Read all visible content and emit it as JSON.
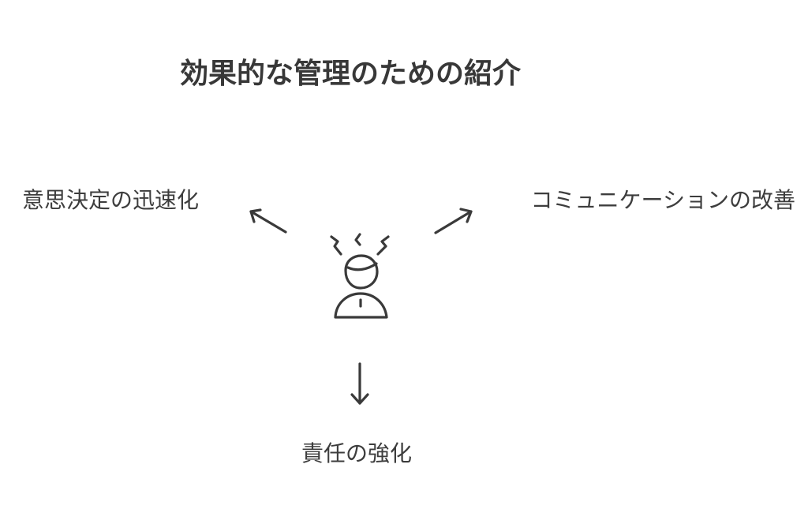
{
  "title": "効果的な管理のための紹介",
  "nodes": {
    "left": "意思決定の迅速化",
    "right": "コミュニケーションの改善",
    "bottom": "責任の強化"
  },
  "center_icon": "stressed-person-icon",
  "line_color": "#3a3a3a"
}
